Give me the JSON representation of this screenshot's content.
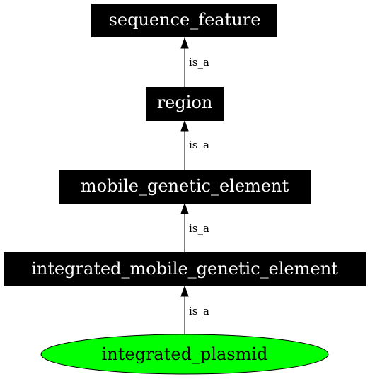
{
  "diagram": {
    "nodes": [
      {
        "id": "sequence_feature",
        "label": "sequence_feature",
        "style": "box",
        "fill": "#000000",
        "text_color": "#ffffff"
      },
      {
        "id": "region",
        "label": "region",
        "style": "box",
        "fill": "#000000",
        "text_color": "#ffffff"
      },
      {
        "id": "mobile_genetic_element",
        "label": "mobile_genetic_element",
        "style": "box",
        "fill": "#000000",
        "text_color": "#ffffff"
      },
      {
        "id": "integrated_mobile_genetic_element",
        "label": "integrated_mobile_genetic_element",
        "style": "box",
        "fill": "#000000",
        "text_color": "#ffffff"
      },
      {
        "id": "integrated_plasmid",
        "label": "integrated_plasmid",
        "style": "ellipse",
        "fill": "#00ff00",
        "text_color": "#000000"
      }
    ],
    "edges": [
      {
        "from": "region",
        "to": "sequence_feature",
        "label": "is_a"
      },
      {
        "from": "mobile_genetic_element",
        "to": "region",
        "label": "is_a"
      },
      {
        "from": "integrated_mobile_genetic_element",
        "to": "mobile_genetic_element",
        "label": "is_a"
      },
      {
        "from": "integrated_plasmid",
        "to": "integrated_mobile_genetic_element",
        "label": "is_a"
      }
    ]
  }
}
